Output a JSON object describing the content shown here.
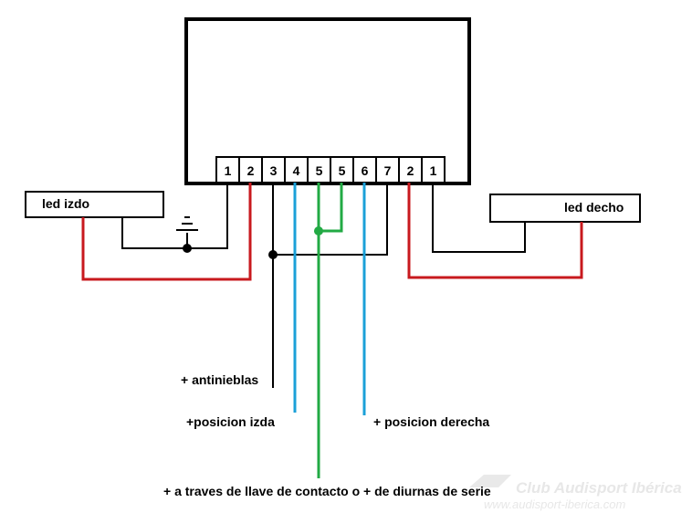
{
  "pins": [
    "1",
    "2",
    "3",
    "4",
    "5",
    "5",
    "6",
    "7",
    "2",
    "1"
  ],
  "labels": {
    "led_left": "led izdo",
    "led_right": "led decho",
    "fog": "+ antinieblas",
    "pos_left": "+posicion izda",
    "pos_right": "+ posicion derecha",
    "ignition": "+ a traves de llave de contacto o + de diurnas de serie"
  },
  "watermark": {
    "name": "Club Audisport Ibérica",
    "url": "www.audisport-iberica.com"
  },
  "colors": {
    "wire_black": "#000000",
    "wire_red": "#c8191e",
    "wire_blue": "#1ba0d8",
    "wire_green": "#22aa44"
  }
}
